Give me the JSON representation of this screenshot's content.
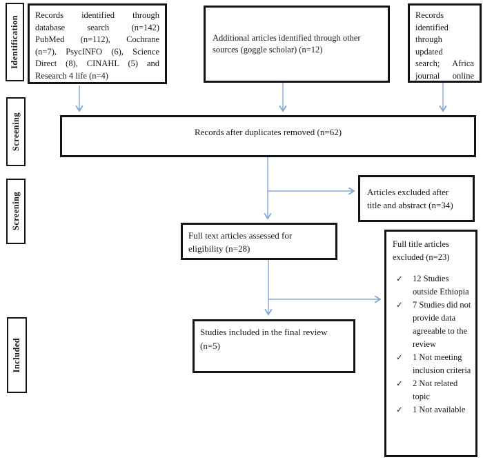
{
  "diagram": {
    "type": "prisma-flow",
    "colors": {
      "arrow": "#7fa8d9",
      "box_border": "#151515",
      "text": "#161616"
    },
    "check_glyph": "✓",
    "stages": [
      {
        "label": "Identification"
      },
      {
        "label": "Screening"
      },
      {
        "label": "Screening"
      },
      {
        "label": "Included"
      }
    ],
    "boxes": {
      "database_search": {
        "lines": [
          "Records identified through",
          "database search (n=142)",
          "PubMed (n=112), Cochrane",
          "(n=7), PsycINFO (6), Science",
          "Direct (8), CINAHL (5) and",
          "Research 4 life (n=4)"
        ]
      },
      "other_sources": {
        "lines": [
          "Additional articles identified through other",
          "sources (goggle scholar) (n=12)"
        ]
      },
      "updated_search": {
        "lines": [
          "Records",
          "identified",
          "through",
          "updated",
          "search; Africa",
          "journal online"
        ]
      },
      "duplicates_removed": {
        "text": "Records after duplicates removed (n=62)"
      },
      "title_abstract_excluded": {
        "lines": [
          "Articles excluded after",
          "title and abstract (n=34)"
        ]
      },
      "full_text_assessed": {
        "lines": [
          "Full text articles assessed for",
          "eligibility (n=28)"
        ]
      },
      "full_title_excluded": {
        "title_lines": [
          "Full title articles",
          "excluded (n=23)"
        ],
        "items": [
          {
            "text": "12 Studies outside Ethiopia"
          },
          {
            "text": "7 Studies did not provide data agreeable to the review"
          },
          {
            "text": "1 Not meeting inclusion criteria"
          },
          {
            "text": "2 Not related topic"
          },
          {
            "text": "1 Not available"
          }
        ]
      },
      "final_review": {
        "lines": [
          "Studies included in the final review",
          "(n=5)"
        ]
      }
    }
  }
}
